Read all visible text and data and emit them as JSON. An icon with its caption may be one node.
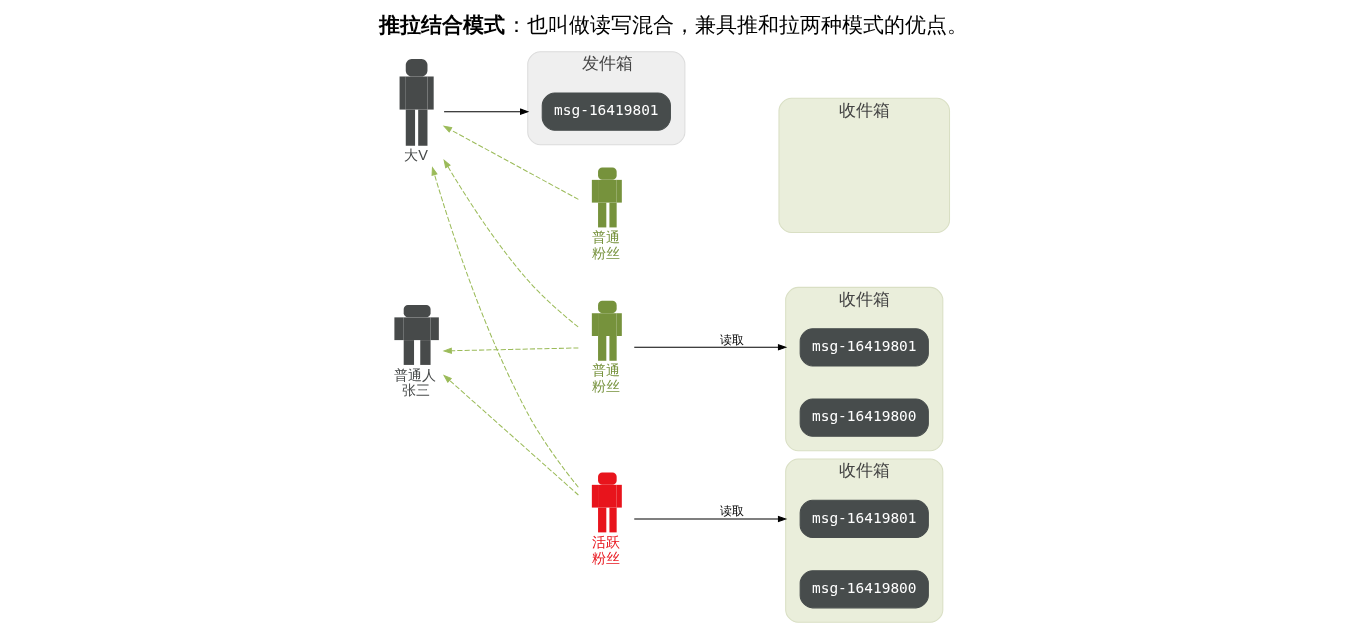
{
  "diagram": {
    "title": "**推拉结合模式**：也叫做读写混合，兼具推和拉两种模式的优点。",
    "nodes": [
      {
        "text": [
          "大V"
        ]
      },
      {
        "text": [
          "发件箱"
        ]
      },
      {
        "text": [
          "msg-16419801"
        ],
        "in": 1
      },
      {
        "text": [
          "普通粉丝"
        ]
      },
      {
        "text": [
          "收件箱"
        ]
      },
      {
        "text": [
          "普通粉丝"
        ]
      },
      {
        "text": [
          "收件箱"
        ]
      },
      {
        "text": [
          "msg-16419801"
        ],
        "in": 6
      },
      {
        "text": [
          "msg-16419800"
        ],
        "in": 6
      },
      {
        "text": [
          "普通人张三"
        ]
      },
      {
        "text": [
          "活跃粉丝"
        ]
      },
      {
        "text": [
          "收件箱"
        ]
      },
      {
        "text": [
          "msg-16419801"
        ],
        "in": 11
      },
      {
        "text": [
          "msg-16419800"
        ],
        "in": 11
      }
    ],
    "edges": [
      {
        "from": 0,
        "to": 1,
        "arrow": "to",
        "color": "#000000"
      },
      {
        "from": 3,
        "to": 0,
        "arrow": "to",
        "style": "dashed"
      },
      {
        "from": 5,
        "to": 0,
        "arrow": "to",
        "style": "dashed"
      },
      {
        "from": 5,
        "to": 9,
        "arrow": "to",
        "style": "dashed"
      },
      {
        "from": 10,
        "to": 0,
        "arrow": "to",
        "style": "dashed"
      },
      {
        "from": 10,
        "to": 9,
        "arrow": "to",
        "style": "dashed"
      },
      {
        "from": 5,
        "to": 6,
        "arrow": "to",
        "label": "读取",
        "color": "#000000"
      },
      {
        "from": 10,
        "to": 11,
        "arrow": "to",
        "label": "读取",
        "color": "#000000"
      }
    ]
  }
}
